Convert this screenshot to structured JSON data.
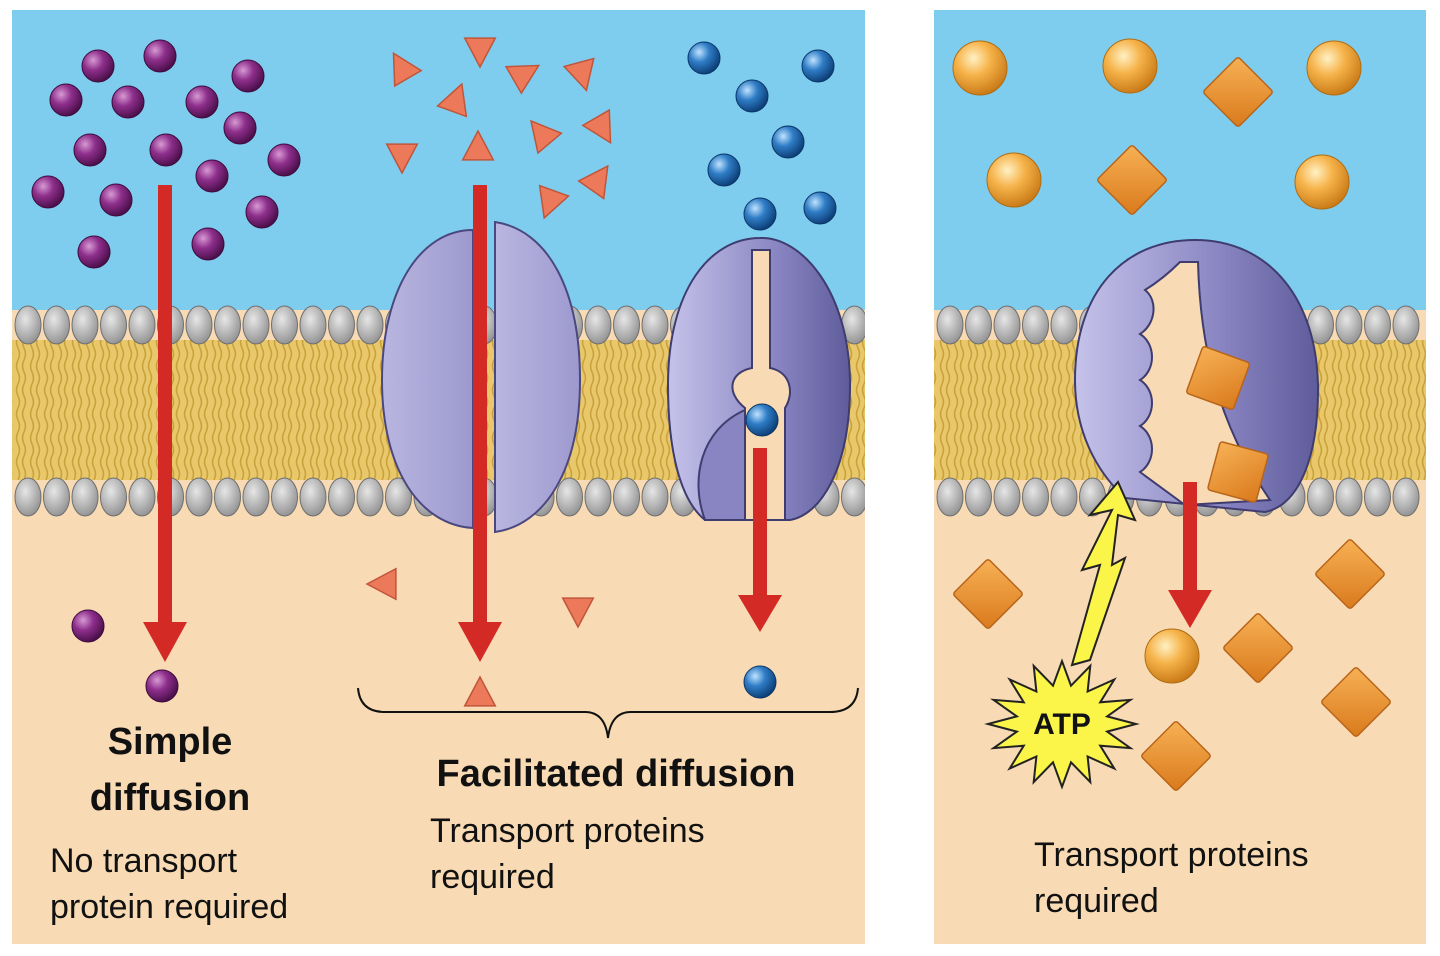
{
  "panels": {
    "simple": {
      "heading": [
        "Simple",
        "diffusion"
      ],
      "subtext": [
        "No transport",
        "protein required"
      ]
    },
    "facilitated": {
      "heading": "Facilitated diffusion",
      "subtext": [
        "Transport proteins",
        "required"
      ]
    },
    "active": {
      "energy_label": "ATP",
      "subtext": [
        "Transport proteins",
        "required"
      ]
    }
  },
  "colors": {
    "extracellular": "#7ecdee",
    "cytoplasm": "#f8dbb4",
    "lipid_head": "#b3b3b3",
    "lipid_tail": "#e8c86a",
    "protein_light": "#adaad6",
    "protein_dark": "#6e6ba8",
    "arrow": "#d42a25",
    "purple_molecule": "#8e2f8c",
    "triangle_molecule": "#ec7a5a",
    "blue_molecule": "#2f7dc6",
    "orange_molecule": "#f1a63e",
    "square_molecule": "#ec9435",
    "atp_star": "#fbf54a"
  }
}
